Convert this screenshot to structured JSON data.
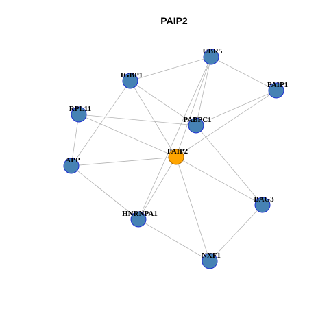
{
  "title": "PAIP2",
  "colors": {
    "node_fill": "#4682b4",
    "node_stroke": "#1f2fd1",
    "center_fill": "#ffa500",
    "center_stroke": "#b06a00",
    "edge": "#b3b3b3"
  },
  "nodes": [
    {
      "id": "UBR5",
      "label": "UBR5",
      "center": false
    },
    {
      "id": "IGBP1",
      "label": "IGBP1",
      "center": false
    },
    {
      "id": "PAIP1",
      "label": "PAIP1",
      "center": false
    },
    {
      "id": "RPL11",
      "label": "RPL11",
      "center": false
    },
    {
      "id": "PABPC1",
      "label": "PABPC1",
      "center": false
    },
    {
      "id": "PAIP2",
      "label": "PAIP2",
      "center": true
    },
    {
      "id": "APP",
      "label": "APP",
      "center": false
    },
    {
      "id": "BAG3",
      "label": "BAG3",
      "center": false
    },
    {
      "id": "HNRNPA1",
      "label": "HNRNPA1",
      "center": false
    },
    {
      "id": "NXF1",
      "label": "NXF1",
      "center": false
    }
  ],
  "edges": [
    [
      "IGBP1",
      "UBR5"
    ],
    [
      "UBR5",
      "PAIP1"
    ],
    [
      "UBR5",
      "PABPC1"
    ],
    [
      "UBR5",
      "PAIP2"
    ],
    [
      "UBR5",
      "HNRNPA1"
    ],
    [
      "IGBP1",
      "PABPC1"
    ],
    [
      "IGBP1",
      "PAIP2"
    ],
    [
      "IGBP1",
      "APP"
    ],
    [
      "PAIP1",
      "PABPC1"
    ],
    [
      "PAIP1",
      "PAIP2"
    ],
    [
      "RPL11",
      "PABPC1"
    ],
    [
      "RPL11",
      "PAIP2"
    ],
    [
      "RPL11",
      "APP"
    ],
    [
      "PABPC1",
      "BAG3"
    ],
    [
      "PAIP2",
      "APP"
    ],
    [
      "PAIP2",
      "BAG3"
    ],
    [
      "PAIP2",
      "HNRNPA1"
    ],
    [
      "PAIP2",
      "NXF1"
    ],
    [
      "APP",
      "HNRNPA1"
    ],
    [
      "HNRNPA1",
      "NXF1"
    ],
    [
      "BAG3",
      "NXF1"
    ]
  ]
}
